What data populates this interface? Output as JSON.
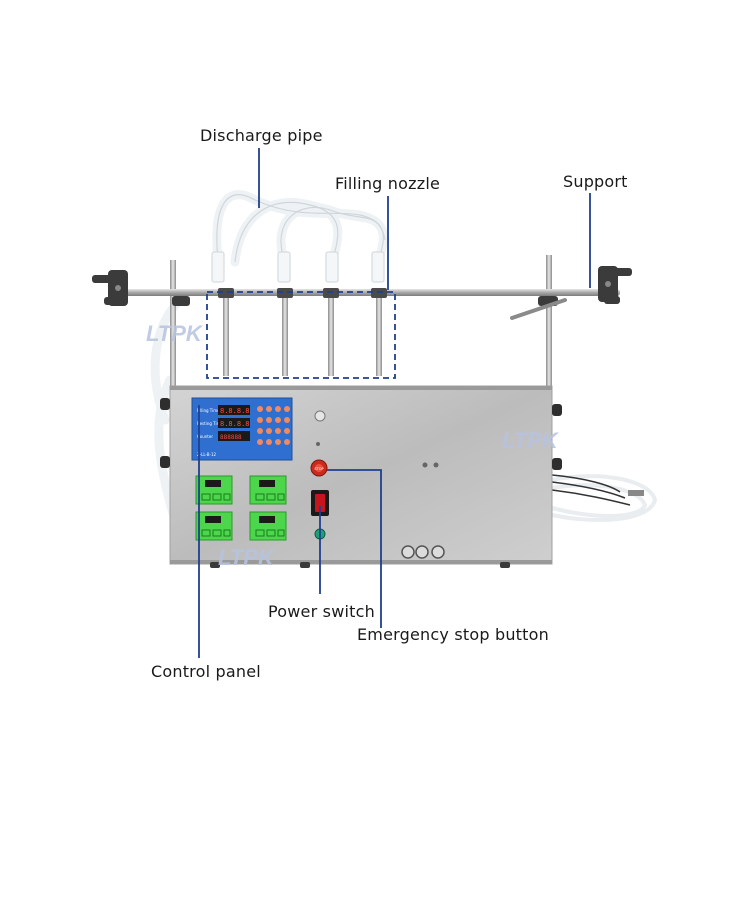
{
  "labels": {
    "discharge_pipe": "Discharge pipe",
    "filling_nozzle": "Filling nozzle",
    "support": "Support",
    "power_switch": "Power switch",
    "emergency_stop": "Emergency stop button",
    "control_panel": "Control panel"
  },
  "watermark": "LTPK",
  "panel_texts": {
    "filling_time": "Filling Time",
    "rest_time": "Resting Time",
    "counter": "Counter",
    "display_a": "8.8.8.8",
    "display_b": "8.8.8.8",
    "display_c": "888888",
    "model": "Z-LL-B-12",
    "stop_text": "STOP"
  },
  "colors": {
    "leader_line": "#1f3f8f",
    "highlight_box": "#1f3f8f",
    "steel": "#c7c7c7",
    "panel_blue": "#2f6fd0",
    "green_module": "#4cd64c",
    "watermark": "#b7c4e0"
  }
}
